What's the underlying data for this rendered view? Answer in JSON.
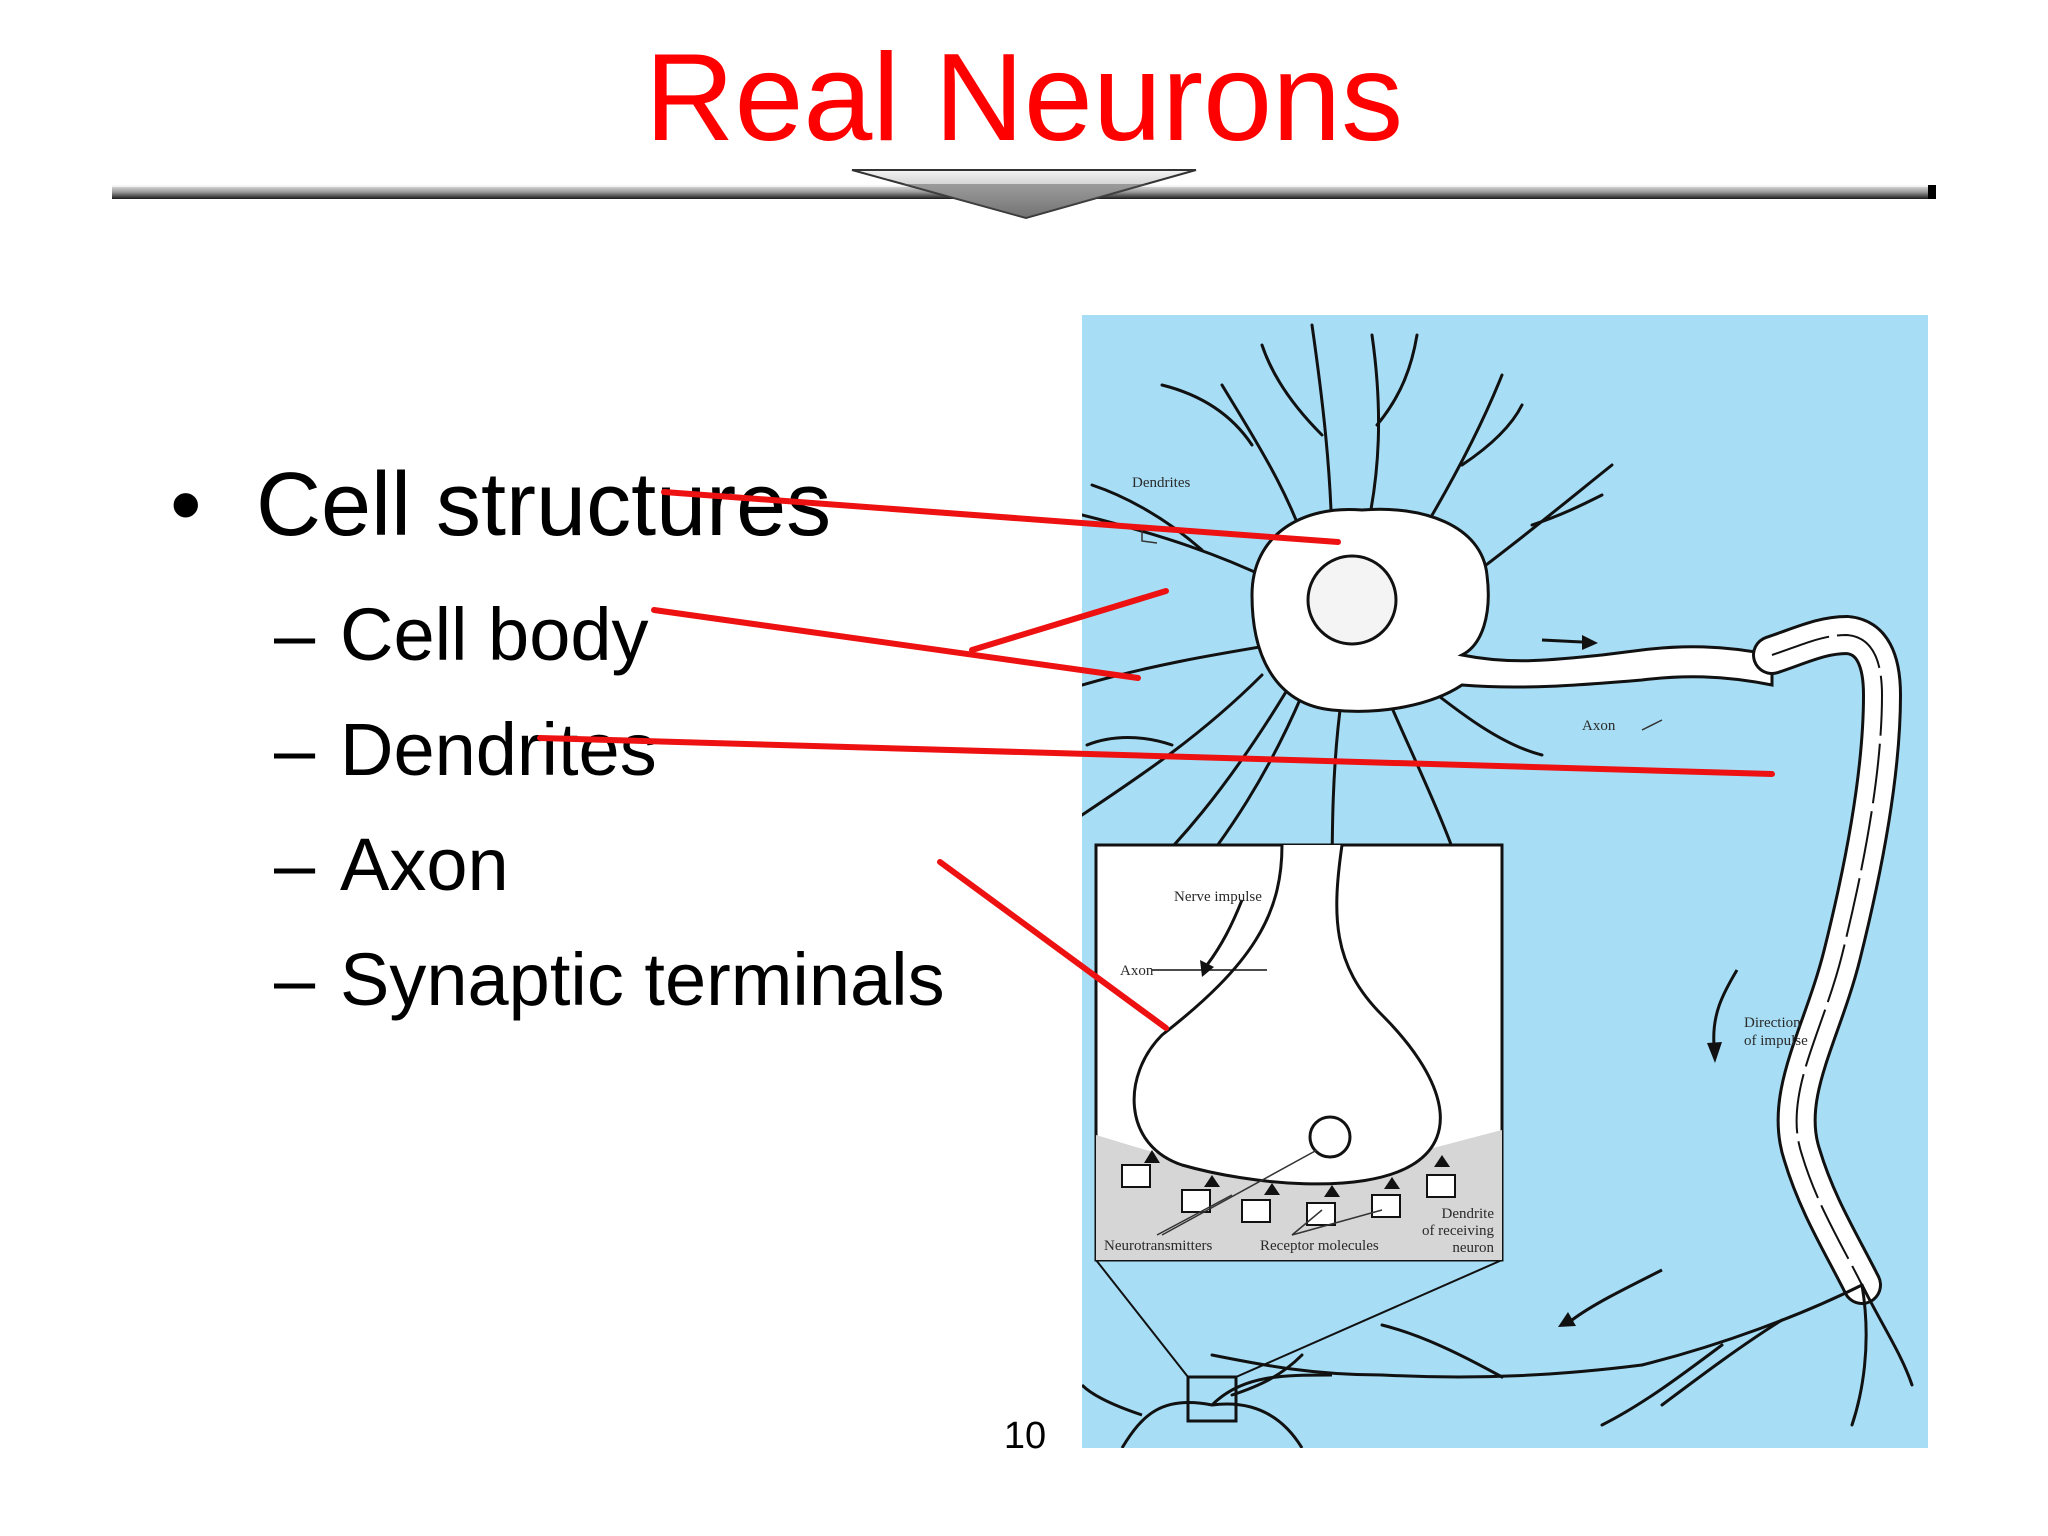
{
  "slide": {
    "title": "Real Neurons",
    "title_color": "#ff0000",
    "page_number": "10"
  },
  "bullets": [
    {
      "level": 1,
      "marker": "•",
      "text": "Cell structures"
    },
    {
      "level": 2,
      "marker": "–",
      "text": "Cell body"
    },
    {
      "level": 2,
      "marker": "–",
      "text": "Dendrites"
    },
    {
      "level": 2,
      "marker": "–",
      "text": "Axon"
    },
    {
      "level": 2,
      "marker": "–",
      "text": "Synaptic terminals"
    }
  ],
  "figure": {
    "background_color": "#a7def6",
    "labels": {
      "dendrites": "Dendrites",
      "axon": "Axon",
      "direction": [
        "Direction",
        "of impulse"
      ],
      "inset_nerve_impulse": "Nerve impulse",
      "inset_axon": "Axon",
      "inset_neurotransmitters": "Neurotransmitters",
      "inset_receptor": "Receptor molecules",
      "inset_dendrite": [
        "Dendrite",
        "of receiving",
        "neuron"
      ]
    }
  },
  "pointer_color": "#ee1111"
}
